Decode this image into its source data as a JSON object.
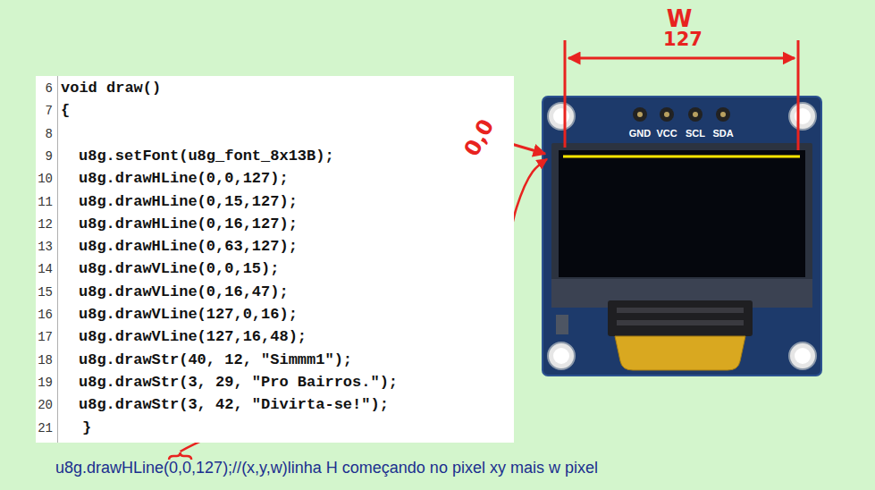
{
  "diagram": {
    "nodes": [
      {
        "text": [
          "6",
          "void draw()",
          "7",
          "{",
          "8",
          "9",
          "u8g.setFont(u8g_font_8x13B);",
          "10",
          "u8g.drawHLine(0,0,127);",
          "11",
          "u8g.drawHLine(0,15,127);",
          "12",
          "u8g.drawHLine(0,16,127);",
          "13",
          "u8g.drawHLine(0,63,127);",
          "14",
          "u8g.drawVLine(0,0,15);",
          "15",
          "u8g.drawVLine(0,16,47);",
          "16",
          "u8g.drawVLine(127,0,16);",
          "17",
          "u8g.drawVLine(127,16,48);",
          "18",
          "u8g.drawStr(40, 12, \"Simmm1\");",
          "19",
          "u8g.drawStr(3, 29, \"Pro Bairros.\");",
          "20",
          "u8g.drawStr(3, 42, \"Divirta-se!\");",
          "21",
          "}"
        ]
      }
    ],
    "labels": [
      "W",
      "127",
      "0,0",
      "GND",
      "VCC",
      "SCL",
      "SDA",
      "u8g.drawHLine(0,0,127);//(x,y,w)linha H começando no pixel xy mais w pixel"
    ]
  }
}
